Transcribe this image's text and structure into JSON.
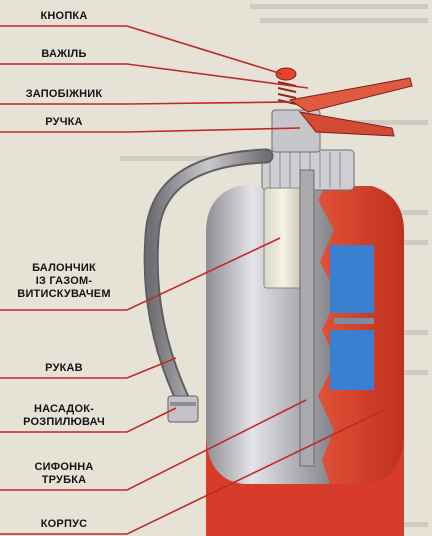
{
  "diagram": {
    "labels": {
      "button": "КНОПКА",
      "lever": "ВАЖІЛЬ",
      "safety_pin": "ЗАПОБІЖНИК",
      "handle": "РУЧКА",
      "gas_cartridge_line1": "БАЛОНЧИК",
      "gas_cartridge_line2": "ІЗ ГАЗОМ-",
      "gas_cartridge_line3": "ВИТИСКУВАЧЕМ",
      "hose": "РУКАВ",
      "nozzle_line1": "НАСАДОК-",
      "nozzle_line2": "РОЗПИЛЮВАЧ",
      "siphon_line1": "СИФОННА",
      "siphon_line2": "ТРУБКА",
      "body": "КОРПУС"
    },
    "colors": {
      "leader_line": "#c0282a",
      "body_red": "#d43a26",
      "steel": "#b9b9bd",
      "label_blue": "#3b7fd0"
    }
  }
}
